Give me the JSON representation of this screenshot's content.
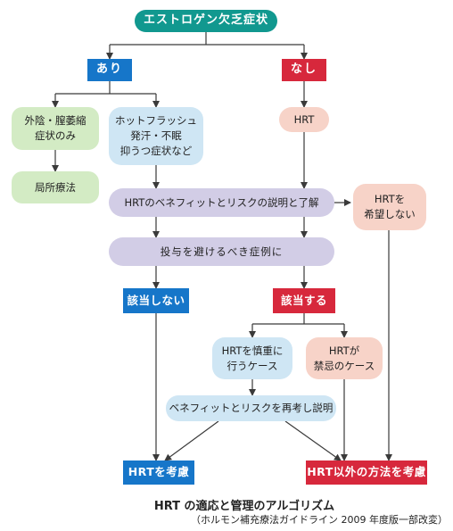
{
  "nodes": {
    "deficiency": "エストロゲン欠乏症状",
    "yes": "あり",
    "no": "なし",
    "local_symptoms": "外陰・膣萎縮\n症状のみ",
    "systemic_symptoms": "ホットフラッシュ\n発汗・不眠\n抑うつ症状など",
    "hrt": "HRT",
    "local_therapy": "局所療法",
    "explain": "HRTのベネフィットとリスクの説明と了解",
    "not_want_hrt": "HRTを\n希望しない",
    "avoid_cases": "投与を避けるべき症例に",
    "not_applicable": "該当しない",
    "applicable": "該当する",
    "careful_cases": "HRTを慎重に\n行うケース",
    "contraindicated": "HRTが\n禁忌のケース",
    "reconsider": "ベネフィットとリスクを再考し説明",
    "consider_hrt": "HRTを考慮",
    "other_methods": "HRT以外の方法を考慮"
  },
  "caption": {
    "title": "HRT の適応と管理のアルゴリズム",
    "source": "（ホルモン補充療法ガイドライン 2009 年度版一部改変）"
  },
  "colors": {
    "teal": "#11988f",
    "blue": "#1676c9",
    "red": "#d7283c",
    "light_green": "#d3ebc4",
    "light_blue": "#cfe6f4",
    "pink": "#f7d3c8",
    "lavender": "#d2cde6"
  }
}
